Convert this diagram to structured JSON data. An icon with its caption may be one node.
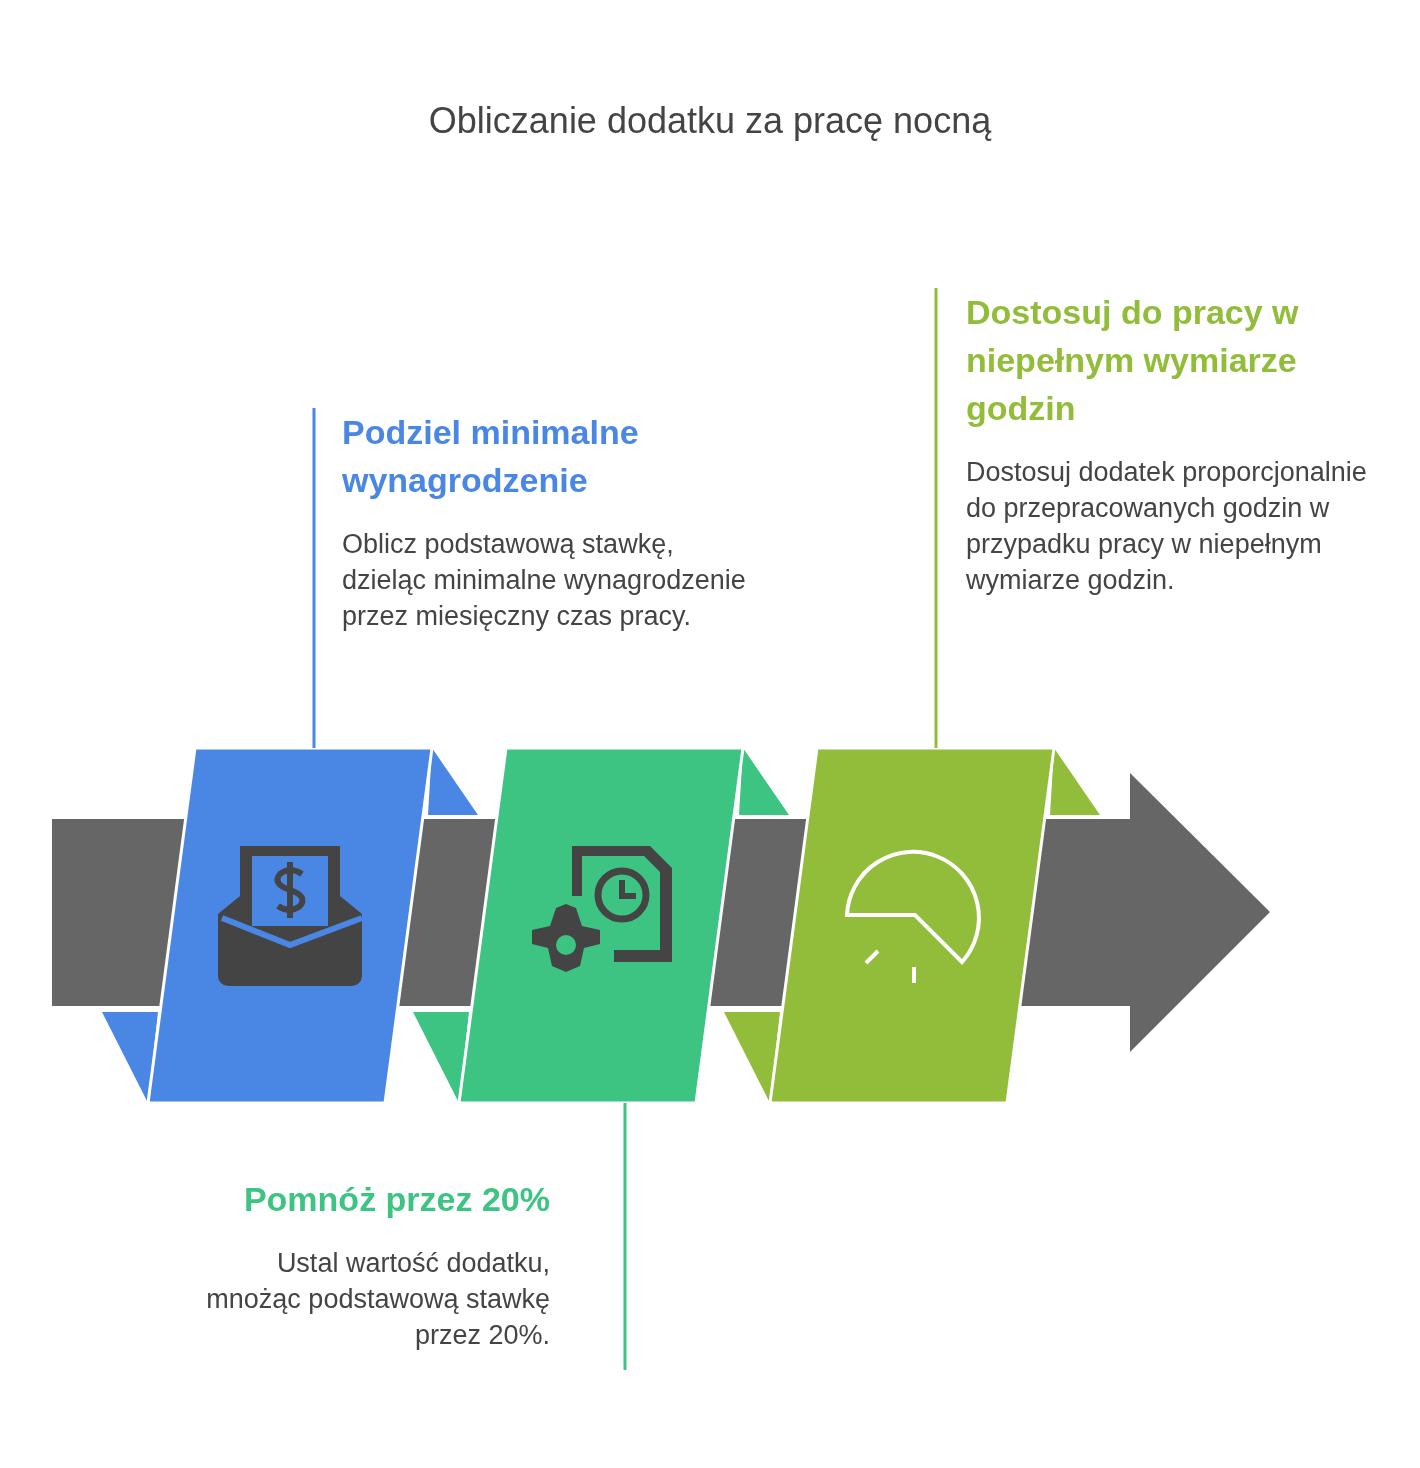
{
  "diagram": {
    "title": "Obliczanie dodatku za pracę nocną",
    "nodes": [
      {
        "text": [
          "Podziel minimalne wynagrodzenie",
          "Oblicz podstawową stawkę, dzieląc minimalne wynagrodzenie przez miesięczny czas pracy."
        ]
      },
      {
        "text": [],
        "shape": "box"
      },
      {
        "text": [
          "Pomnóż przez 20%",
          "Ustal wartość dodatku, mnożąc podstawową stawkę przez 20%."
        ]
      },
      {
        "text": [],
        "shape": "box"
      },
      {
        "text": [
          "Dostosuj do pracy w niepełnym wymiarze godzin",
          "Dostosuj dodatek proporcjonalnie do przepracowanych godzin w przypadku pracy w niepełnym wymiarze godzin."
        ]
      },
      {
        "text": [],
        "shape": "box"
      }
    ],
    "edges": [
      {
        "from": 0,
        "to": 1,
        "arrow": "none",
        "color": "#4a86e4"
      },
      {
        "from": 2,
        "to": 3,
        "arrow": "none",
        "color": "#3dc483"
      },
      {
        "from": 4,
        "to": 5,
        "arrow": "none",
        "color": "#92bd3a"
      }
    ]
  }
}
